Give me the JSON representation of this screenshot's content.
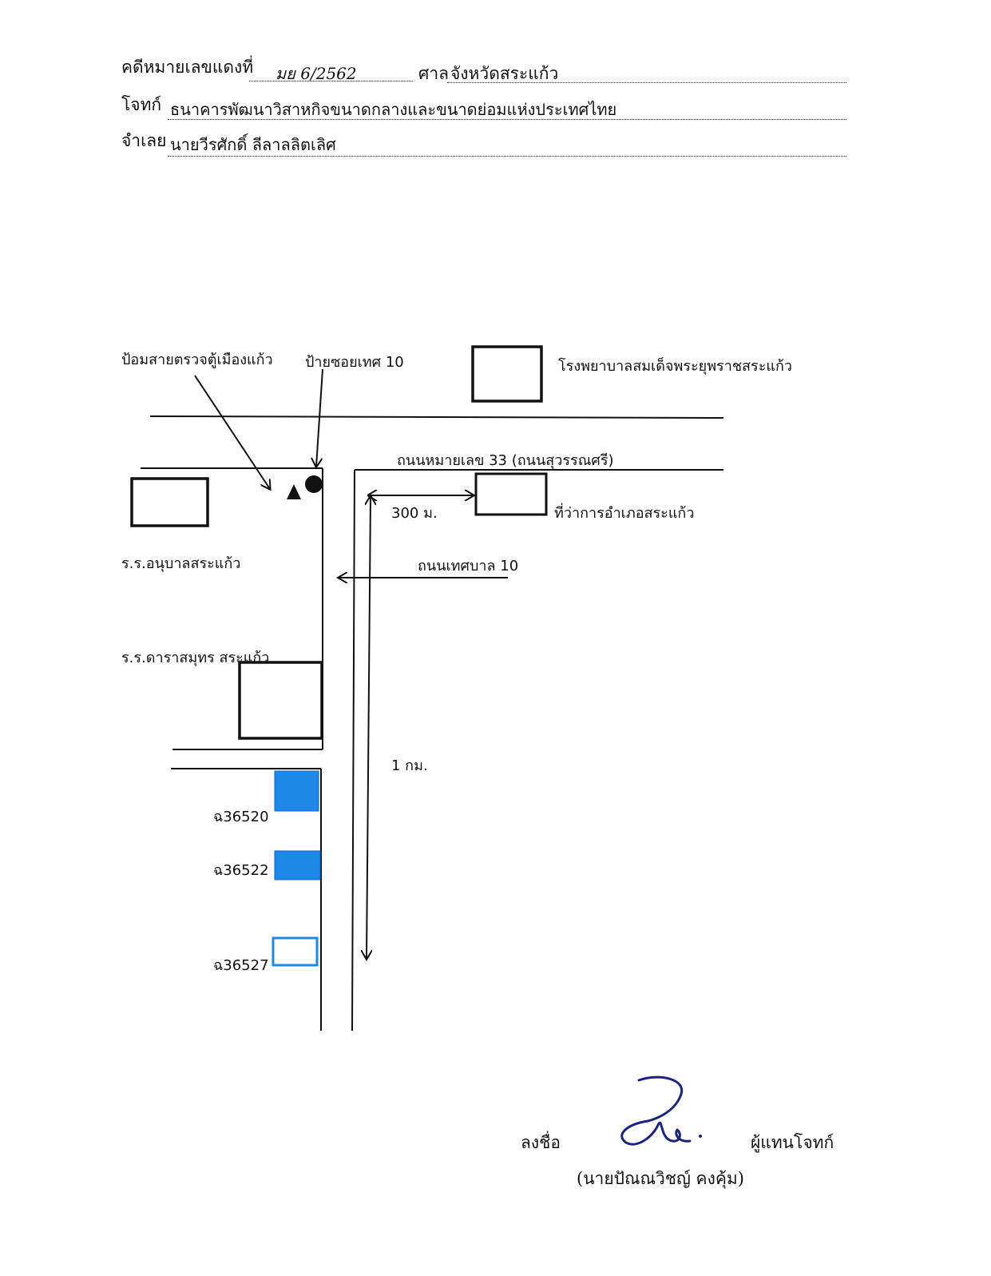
{
  "header": {
    "case_label": "คดีหมายเลขแดงที่",
    "case_number": "มย 6/2562",
    "court_label": "ศาล",
    "court_name": "จังหวัดสระแก้ว",
    "plaintiff_label": "โจทก์",
    "plaintiff_name": "ธนาคารพัฒนาวิสาหกิจขนาดกลางและขนาดย่อมแห่งประเทศไทย",
    "defendant_label": "จำเลย",
    "defendant_name": "นายวีรศักดิ์ ลีลาลลิตเลิศ"
  },
  "map": {
    "police_box": "ป้อมสายตรวจตู้เมืองแก้ว",
    "soi_sign": "ป้ายซอยเทศ 10",
    "hospital": "โรงพยาบาลสมเด็จพระยุพราชสระแก้ว",
    "highway": "ถนนหมายเลข 33 (ถนนสุวรรณศรี)",
    "distance_300": "300 ม.",
    "district_office": "ที่ว่าการอำเภอสระแก้ว",
    "kindergarten": "ร.ร.อนุบาลสระแก้ว",
    "municipal_road": "ถนนเทศบาล 10",
    "school_darasamut": "ร.ร.ดาราสมุทร สระแก้ว",
    "distance_1km": "1 กม.",
    "deed_1": "ฉ36520",
    "deed_2": "ฉ36522",
    "deed_3": "ฉ36527",
    "colors": {
      "parcel_fill": "#1e88e5",
      "parcel_outline": "#1e88e5",
      "ink": "#111111"
    }
  },
  "signature": {
    "sign_label": "ลงชื่อ",
    "role": "ผู้แทนโจทก์",
    "name": "(นายปัณณวิชญ์ คงคุ้ม)"
  }
}
